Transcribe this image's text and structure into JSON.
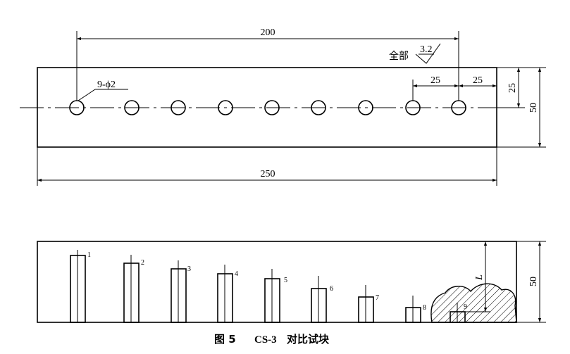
{
  "top_view": {
    "dim_200": "200",
    "dim_250": "250",
    "dim_25_a": "25",
    "dim_25_b": "25",
    "dim_25_v": "25",
    "dim_50": "50",
    "hole_callout": "9-ϕ2",
    "finish_prefix": "全部",
    "roughness": "3.2"
  },
  "side_view": {
    "dim_50": "50",
    "dim_L": "L",
    "hole_labels": [
      "1",
      "2",
      "3",
      "4",
      "5",
      "6",
      "7",
      "8",
      "9"
    ]
  },
  "caption": {
    "figure": "图 5",
    "code": "CS-3",
    "title": "对比试块"
  }
}
